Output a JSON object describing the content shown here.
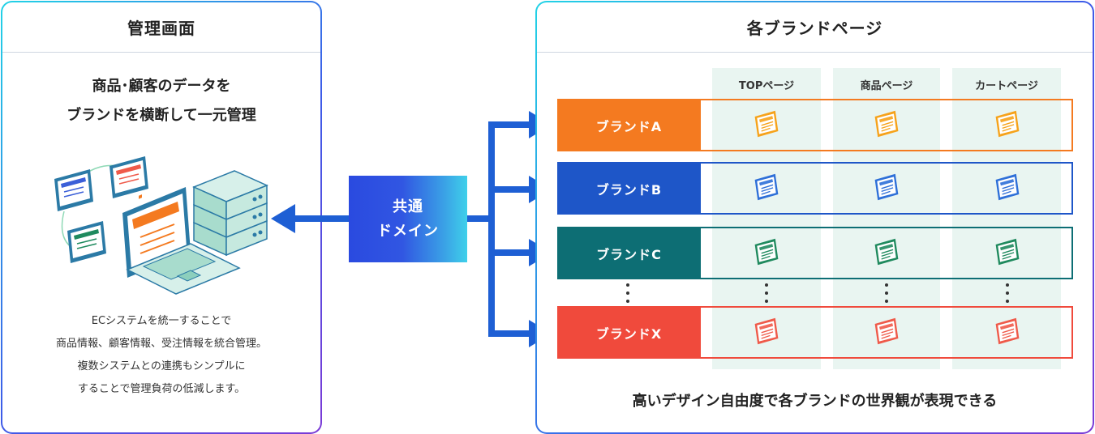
{
  "admin": {
    "title": "管理画面",
    "catch_line1": "商品･顧客のデータを",
    "catch_line2": "ブランドを横断して一元管理",
    "desc_lines": [
      "ECシステムを統一することで",
      "商品情報、顧客情報、受注情報を統合管理。",
      "複数システムとの連携もシンプルに",
      "することで管理負荷の低減します。"
    ]
  },
  "domain": {
    "line1": "共通",
    "line2": "ドメイン"
  },
  "brands": {
    "title": "各ブランドページ",
    "columns": [
      "TOPページ",
      "商品ページ",
      "カートページ"
    ],
    "rows": [
      {
        "label": "ブランドA",
        "color": "#f47a20"
      },
      {
        "label": "ブランドB",
        "color": "#1e56c8"
      },
      {
        "label": "ブランドC",
        "color": "#0d6e74"
      },
      {
        "label": "ブランドX",
        "color": "#f04a3c"
      }
    ],
    "icon_colors": [
      "#f6a21a",
      "#2e6fd8",
      "#1f8a5e",
      "#ef5a4a"
    ],
    "tagline": "高いデザイン自由度で各ブランドの世界観が表現できる"
  },
  "arrow_color": "#1e5fd4"
}
